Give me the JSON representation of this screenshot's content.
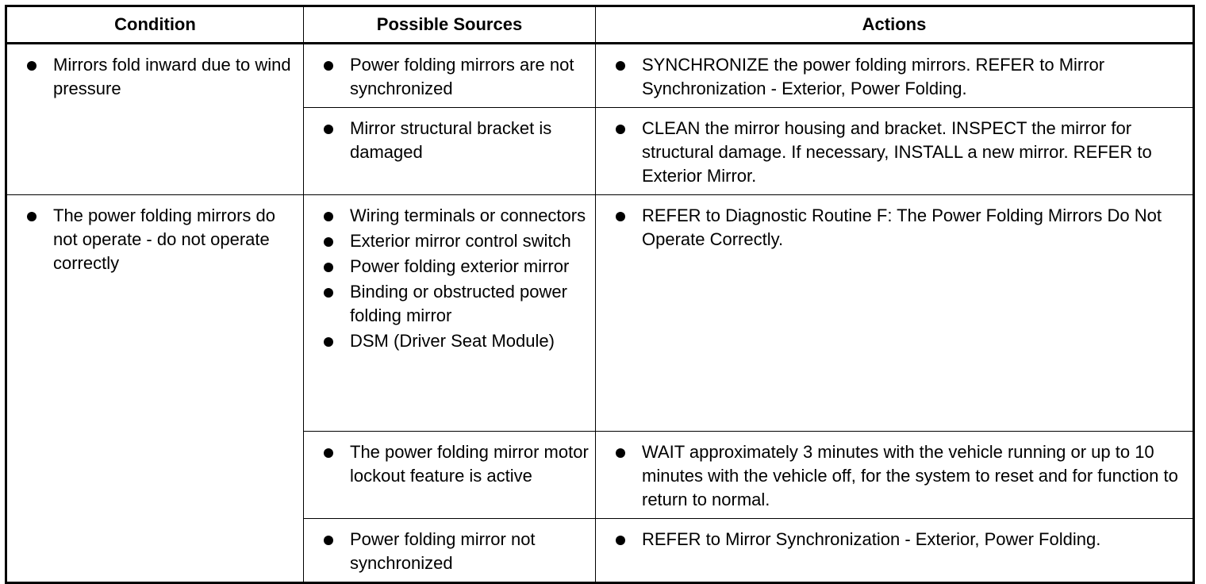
{
  "headers": {
    "condition": "Condition",
    "sources": "Possible Sources",
    "actions": "Actions"
  },
  "groups": [
    {
      "condition": "Mirrors fold inward due to wind pressure",
      "rows": [
        {
          "sources": [
            "Power folding mirrors are not synchronized"
          ],
          "action": "SYNCHRONIZE the power folding mirrors. REFER to Mirror Synchronization - Exterior, Power Folding."
        },
        {
          "sources": [
            "Mirror structural bracket is damaged"
          ],
          "action": "CLEAN the mirror housing and bracket. INSPECT the mirror for structural damage. If necessary, INSTALL a new mirror. REFER to Exterior Mirror."
        }
      ]
    },
    {
      "condition": "The power folding mirrors do not operate - do not operate correctly",
      "rows": [
        {
          "sources": [
            "Wiring terminals or connectors",
            "Exterior mirror control switch",
            "Power folding exterior mirror",
            "Binding or obstructed power folding mirror",
            "DSM (Driver Seat Module)"
          ],
          "action": "REFER to Diagnostic Routine F: The Power Folding Mirrors Do Not Operate Correctly."
        },
        {
          "sources": [
            "The power folding mirror motor lockout feature is active"
          ],
          "action": "WAIT approximately 3 minutes with the vehicle running or up to 10 minutes with the vehicle off, for the system to reset and for function to return to normal."
        },
        {
          "sources": [
            "Power folding mirror not synchronized"
          ],
          "action": "REFER to Mirror Synchronization - Exterior, Power Folding."
        }
      ]
    }
  ]
}
